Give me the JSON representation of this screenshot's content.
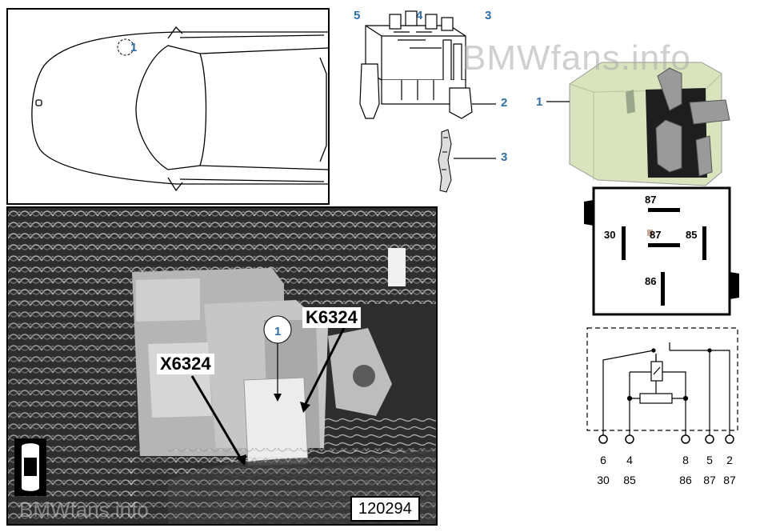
{
  "watermark": "BMWfans.info",
  "car_view": {
    "callout": "1"
  },
  "connector": {
    "callouts": [
      "5",
      "4",
      "3",
      "2",
      "3"
    ]
  },
  "relay": {
    "callout": "1"
  },
  "pinout": {
    "pins": [
      "87",
      "30",
      "87",
      "85",
      "86"
    ]
  },
  "photo": {
    "relay_label": "K6324",
    "connector_label": "X6324",
    "callout": "1",
    "ref_number": "120294"
  },
  "schematic": {
    "terminals": [
      {
        "pin": "6",
        "func": "30"
      },
      {
        "pin": "4",
        "func": "85"
      },
      {
        "pin": "8",
        "func": "86"
      },
      {
        "pin": "5",
        "func": "87"
      },
      {
        "pin": "2",
        "func": "87"
      }
    ]
  },
  "colors": {
    "callout_blue": "#2f6fa8",
    "relay_body": "#d9e4bd"
  }
}
